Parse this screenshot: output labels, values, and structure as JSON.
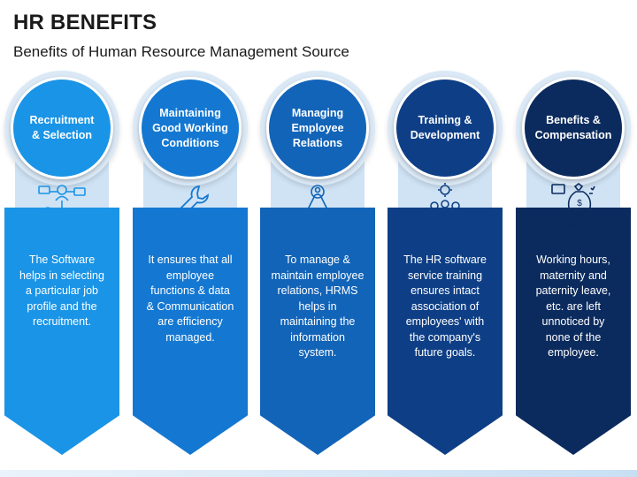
{
  "header": {
    "title": "HR BENEFITS",
    "subtitle": "Benefits of Human Resource Management Source"
  },
  "colors": {
    "col1": "#1a94e6",
    "col2": "#1478d2",
    "col3": "#1264b8",
    "col4": "#0e3f86",
    "col5": "#0b2b5e",
    "stem": "#cfe3f5"
  },
  "columns": [
    {
      "heading": "Recruitment\n& Selection",
      "icon": "recruitment-network-icon",
      "text": "The Software\nhelps in selecting\na particular job\nprofile and the\nrecruitment."
    },
    {
      "heading": "Maintaining\nGood Working\nConditions",
      "icon": "wrench-gears-icon",
      "text": "It ensures that all\nemployee\nfunctions & data\n& Communication\nare efficiency\nmanaged."
    },
    {
      "heading": "Managing\nEmployee\nRelations",
      "icon": "employee-relations-icon",
      "text": "To manage &\nmaintain employee\nrelations, HRMS\nhelps in\nmaintaining the\ninformation\nsystem."
    },
    {
      "heading": "Training &\nDevelopment",
      "icon": "team-training-icon",
      "text": "The HR software\nservice training\nensures intact\nassociation of\nemployees' with\nthe company's\nfuture goals."
    },
    {
      "heading": "Benefits &\nCompensation",
      "icon": "money-bag-hand-icon",
      "text": "Working hours,\nmaternity and\npaternity leave,\netc. are left\nunnoticed by\nnone of the\nemployee."
    }
  ]
}
